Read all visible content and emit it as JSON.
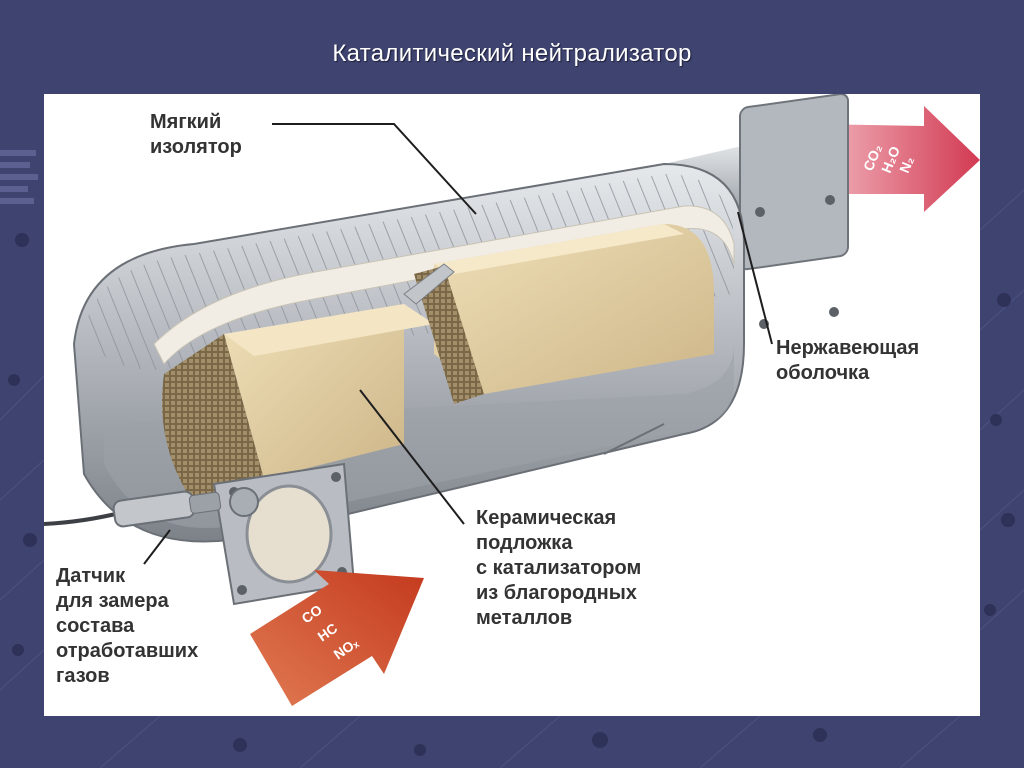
{
  "slide": {
    "title": "Каталитический нейтрализатор"
  },
  "diagram": {
    "labels": {
      "insulator": [
        "Мягкий",
        "изолятор"
      ],
      "shell": [
        "Нержавеющая",
        "оболочка"
      ],
      "substrate": [
        "Керамическая",
        "подложка",
        "с катализатором",
        "из благородных",
        "металлов"
      ],
      "sensor": [
        "Датчик",
        "для замера",
        "состава",
        "отработавших",
        "газов"
      ]
    },
    "outlet_gases": [
      "CO₂",
      "H₂O",
      "N₂"
    ],
    "inlet_gases": [
      "CO",
      "HC",
      "NOₓ"
    ]
  },
  "colors": {
    "background": "#3f4370",
    "panel": "#ffffff",
    "outlet_arrow": "#d8485e",
    "inlet_arrow": "#d9522c",
    "ceramic": "#dcc79b",
    "steel": "#b9bdc3"
  }
}
